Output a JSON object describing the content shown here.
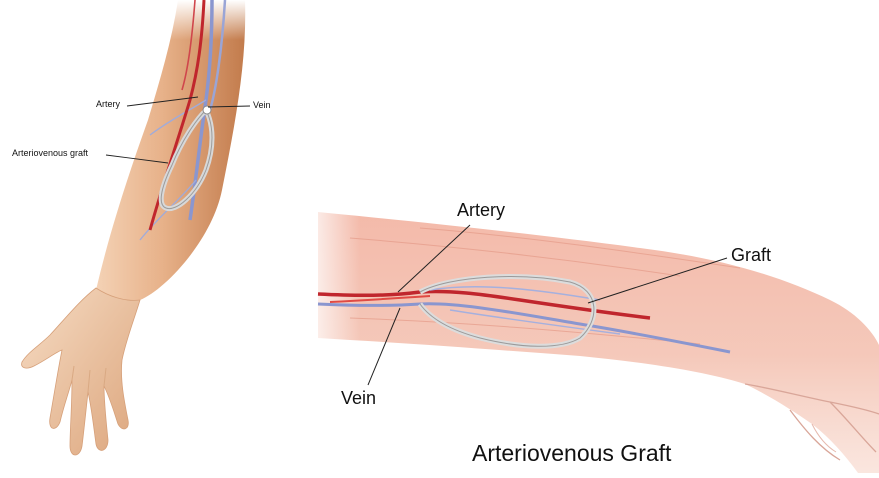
{
  "panel_left": {
    "labels": {
      "artery": "Artery",
      "vein": "Vein",
      "graft": "Arteriovenous graft"
    }
  },
  "panel_right": {
    "labels": {
      "artery": "Artery",
      "graft": "Graft",
      "vein": "Vein"
    },
    "title": "Arteriovenous Graft"
  },
  "colors": {
    "skin": "#e9b38a",
    "skin_shadow": "#c98a5e",
    "skin_light": "#f6d6bd",
    "artery": "#c0262d",
    "vein": "#7f8fcc",
    "graft": "#d9d9d9",
    "muscle": "#f0b7a6"
  }
}
